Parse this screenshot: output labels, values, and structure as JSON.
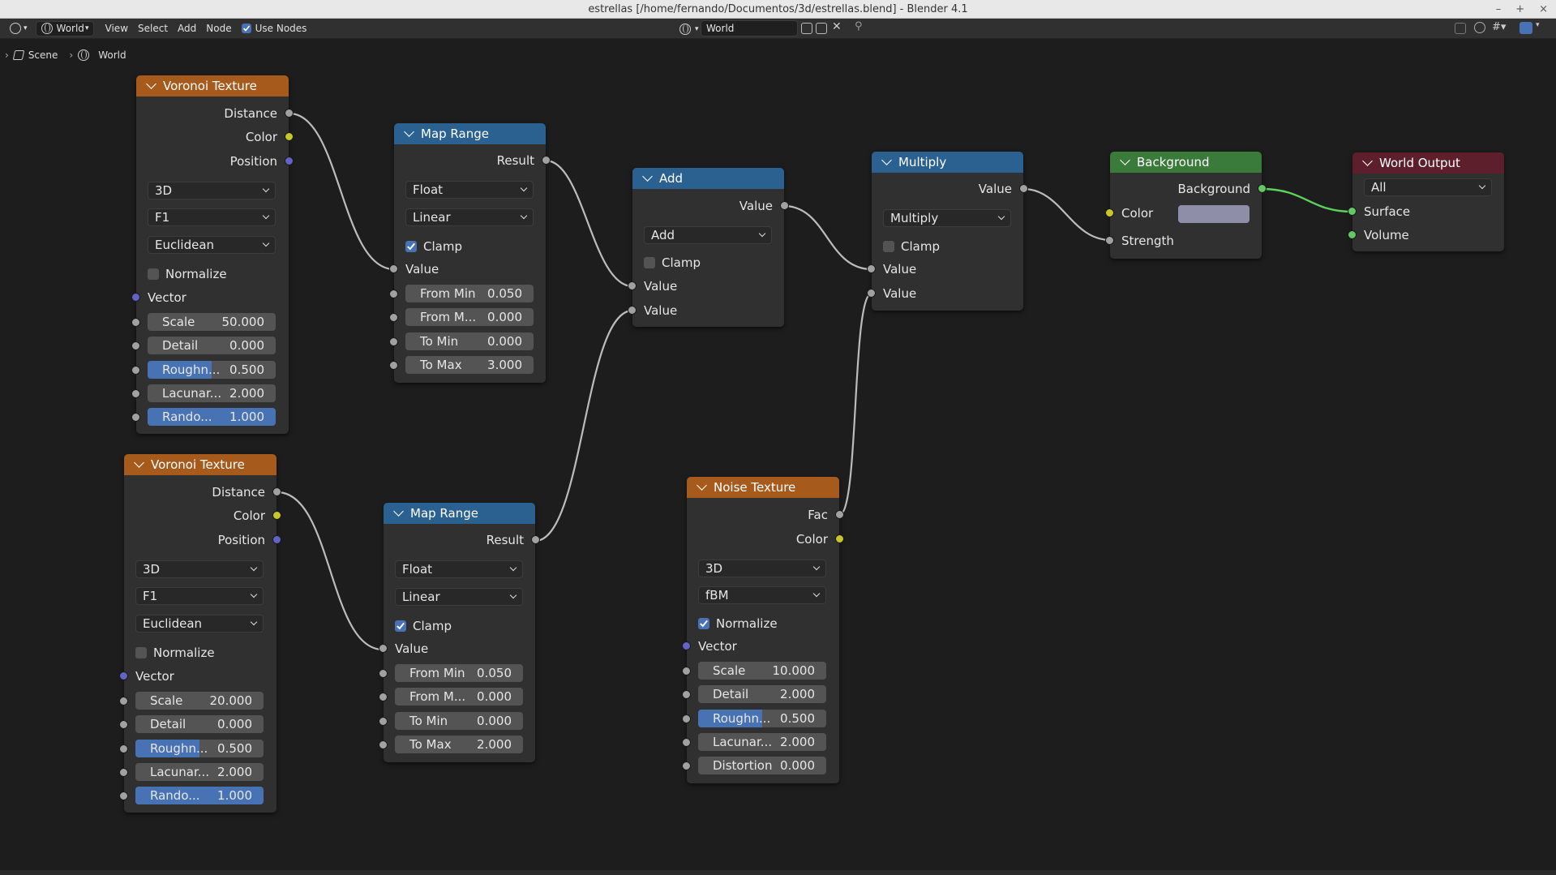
{
  "window": {
    "title": "estrellas [/home/fernando/Documentos/3d/estrellas.blend] - Blender 4.1",
    "controls": [
      "–",
      "+",
      "×"
    ]
  },
  "header": {
    "editor_icon": "node-editor-icon",
    "shader_type": "World",
    "menus": [
      "View",
      "Select",
      "Add",
      "Node"
    ],
    "use_nodes_label": "Use Nodes",
    "use_nodes_checked": true,
    "world_name": "World"
  },
  "breadcrumb": {
    "scene": "Scene",
    "world": "World"
  },
  "nodes": {
    "voronoi1": {
      "title": "Voronoi Texture",
      "outputs": [
        "Distance",
        "Color",
        "Position"
      ],
      "dims": "3D",
      "feature": "F1",
      "metric": "Euclidean",
      "normalize_label": "Normalize",
      "normalize": false,
      "vector_label": "Vector",
      "fields": [
        {
          "label": "Scale",
          "value": "50.000",
          "fill": 0
        },
        {
          "label": "Detail",
          "value": "0.000",
          "fill": 0
        },
        {
          "label": "Roughn...",
          "value": "0.500",
          "fill": 0.5
        },
        {
          "label": "Lacunar...",
          "value": "2.000",
          "fill": 0
        },
        {
          "label": "Rando...",
          "value": "1.000",
          "fill": 1.0
        }
      ]
    },
    "voronoi2": {
      "title": "Voronoi Texture",
      "outputs": [
        "Distance",
        "Color",
        "Position"
      ],
      "dims": "3D",
      "feature": "F1",
      "metric": "Euclidean",
      "normalize_label": "Normalize",
      "normalize": false,
      "vector_label": "Vector",
      "fields": [
        {
          "label": "Scale",
          "value": "20.000",
          "fill": 0
        },
        {
          "label": "Detail",
          "value": "0.000",
          "fill": 0
        },
        {
          "label": "Roughn...",
          "value": "0.500",
          "fill": 0.5
        },
        {
          "label": "Lacunar...",
          "value": "2.000",
          "fill": 0
        },
        {
          "label": "Rando...",
          "value": "1.000",
          "fill": 1.0
        }
      ]
    },
    "maprange1": {
      "title": "Map Range",
      "output": "Result",
      "data_type": "Float",
      "interpolation": "Linear",
      "clamp_label": "Clamp",
      "clamp": true,
      "value_label": "Value",
      "fields": [
        {
          "label": "From Min",
          "value": "0.050"
        },
        {
          "label": "From M...",
          "value": "0.000"
        },
        {
          "label": "To Min",
          "value": "0.000"
        },
        {
          "label": "To Max",
          "value": "3.000"
        }
      ]
    },
    "maprange2": {
      "title": "Map Range",
      "output": "Result",
      "data_type": "Float",
      "interpolation": "Linear",
      "clamp_label": "Clamp",
      "clamp": true,
      "value_label": "Value",
      "fields": [
        {
          "label": "From Min",
          "value": "0.050"
        },
        {
          "label": "From M...",
          "value": "0.000"
        },
        {
          "label": "To Min",
          "value": "0.000"
        },
        {
          "label": "To Max",
          "value": "2.000"
        }
      ]
    },
    "add": {
      "title": "Add",
      "output": "Value",
      "operation": "Add",
      "clamp_label": "Clamp",
      "clamp": false,
      "inputs": [
        "Value",
        "Value"
      ]
    },
    "multiply": {
      "title": "Multiply",
      "output": "Value",
      "operation": "Multiply",
      "clamp_label": "Clamp",
      "clamp": false,
      "inputs": [
        "Value",
        "Value"
      ]
    },
    "noise": {
      "title": "Noise Texture",
      "outputs": [
        "Fac",
        "Color"
      ],
      "dims": "3D",
      "type": "fBM",
      "normalize_label": "Normalize",
      "normalize": true,
      "vector_label": "Vector",
      "fields": [
        {
          "label": "Scale",
          "value": "10.000",
          "fill": 0
        },
        {
          "label": "Detail",
          "value": "2.000",
          "fill": 0
        },
        {
          "label": "Roughn...",
          "value": "0.500",
          "fill": 0.5
        },
        {
          "label": "Lacunar...",
          "value": "2.000",
          "fill": 0
        },
        {
          "label": "Distortion",
          "value": "0.000",
          "fill": 0
        }
      ]
    },
    "background": {
      "title": "Background",
      "output": "Background",
      "color_label": "Color",
      "color_value": "#8e8ea8",
      "strength_label": "Strength"
    },
    "world_output": {
      "title": "World Output",
      "target": "All",
      "inputs": [
        "Surface",
        "Volume"
      ]
    }
  },
  "colors": {
    "texture_header": "#a65a1c",
    "converter_header": "#2a6190",
    "shader_header": "#3a7a3a",
    "output_header": "#5e1f2c",
    "accent": "#4772b3"
  }
}
